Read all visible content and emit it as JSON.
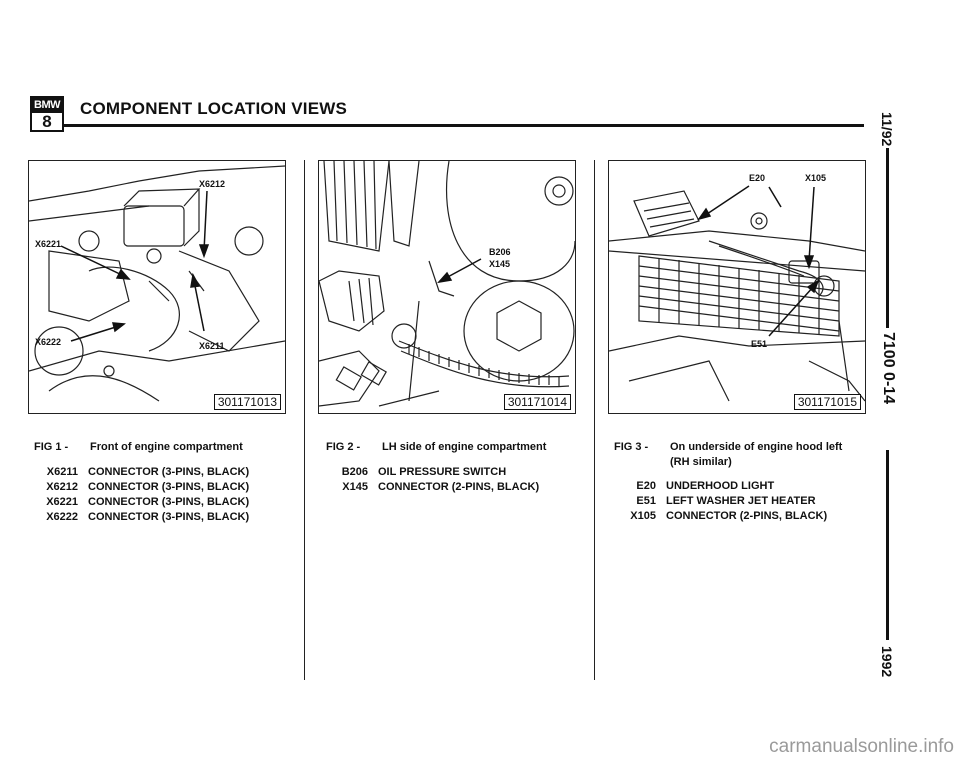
{
  "header": {
    "logo_top": "BMW",
    "logo_bottom": "8",
    "title": "COMPONENT LOCATION VIEWS"
  },
  "margin": {
    "date": "11/92",
    "code": "7100 0-14",
    "year": "1992"
  },
  "figures": [
    {
      "id": "301171013",
      "caption_num": "FIG 1 -",
      "caption_text": "Front of engine compartment",
      "callouts": [
        "X6212",
        "X6221",
        "X6222",
        "X6211"
      ],
      "legend": [
        {
          "code": "X6211",
          "desc": "CONNECTOR (3-PINS, BLACK)"
        },
        {
          "code": "X6212",
          "desc": "CONNECTOR (3-PINS, BLACK)"
        },
        {
          "code": "X6221",
          "desc": "CONNECTOR (3-PINS, BLACK)"
        },
        {
          "code": "X6222",
          "desc": "CONNECTOR (3-PINS, BLACK)"
        }
      ]
    },
    {
      "id": "301171014",
      "caption_num": "FIG 2 -",
      "caption_text": "LH side of engine compartment",
      "callouts": [
        "B206",
        "X145"
      ],
      "legend": [
        {
          "code": "B206",
          "desc": "OIL PRESSURE SWITCH"
        },
        {
          "code": "X145",
          "desc": "CONNECTOR (2-PINS, BLACK)"
        }
      ]
    },
    {
      "id": "301171015",
      "caption_num": "FIG 3 -",
      "caption_text": "On underside of engine hood left",
      "caption_text2": "(RH similar)",
      "callouts": [
        "E20",
        "X105",
        "E51"
      ],
      "legend": [
        {
          "code": "E20",
          "desc": "UNDERHOOD LIGHT"
        },
        {
          "code": "E51",
          "desc": "LEFT WASHER JET HEATER"
        },
        {
          "code": "X105",
          "desc": "CONNECTOR (2-PINS, BLACK)"
        }
      ]
    }
  ],
  "watermark": "carmanualsonline.info"
}
